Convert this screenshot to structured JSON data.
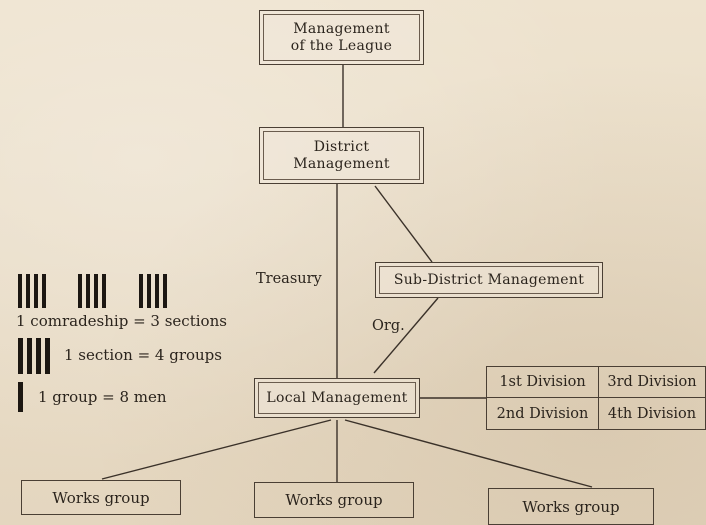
{
  "nodes": {
    "league": "Management\nof the League",
    "district": "District\nManagement",
    "sub_district": "Sub-District Management",
    "local": "Local Management",
    "works_groups": [
      "Works group",
      "Works group",
      "Works group"
    ]
  },
  "edge_labels": {
    "treasury": "Treasury",
    "org": "Org."
  },
  "divisions": [
    "1st Division",
    "3rd Division",
    "2nd Division",
    "4th Division"
  ],
  "legend": {
    "comradeship": "1 comradeship = 3 sections",
    "section": "1 section = 4 groups",
    "group": "1 group = 8 men"
  }
}
